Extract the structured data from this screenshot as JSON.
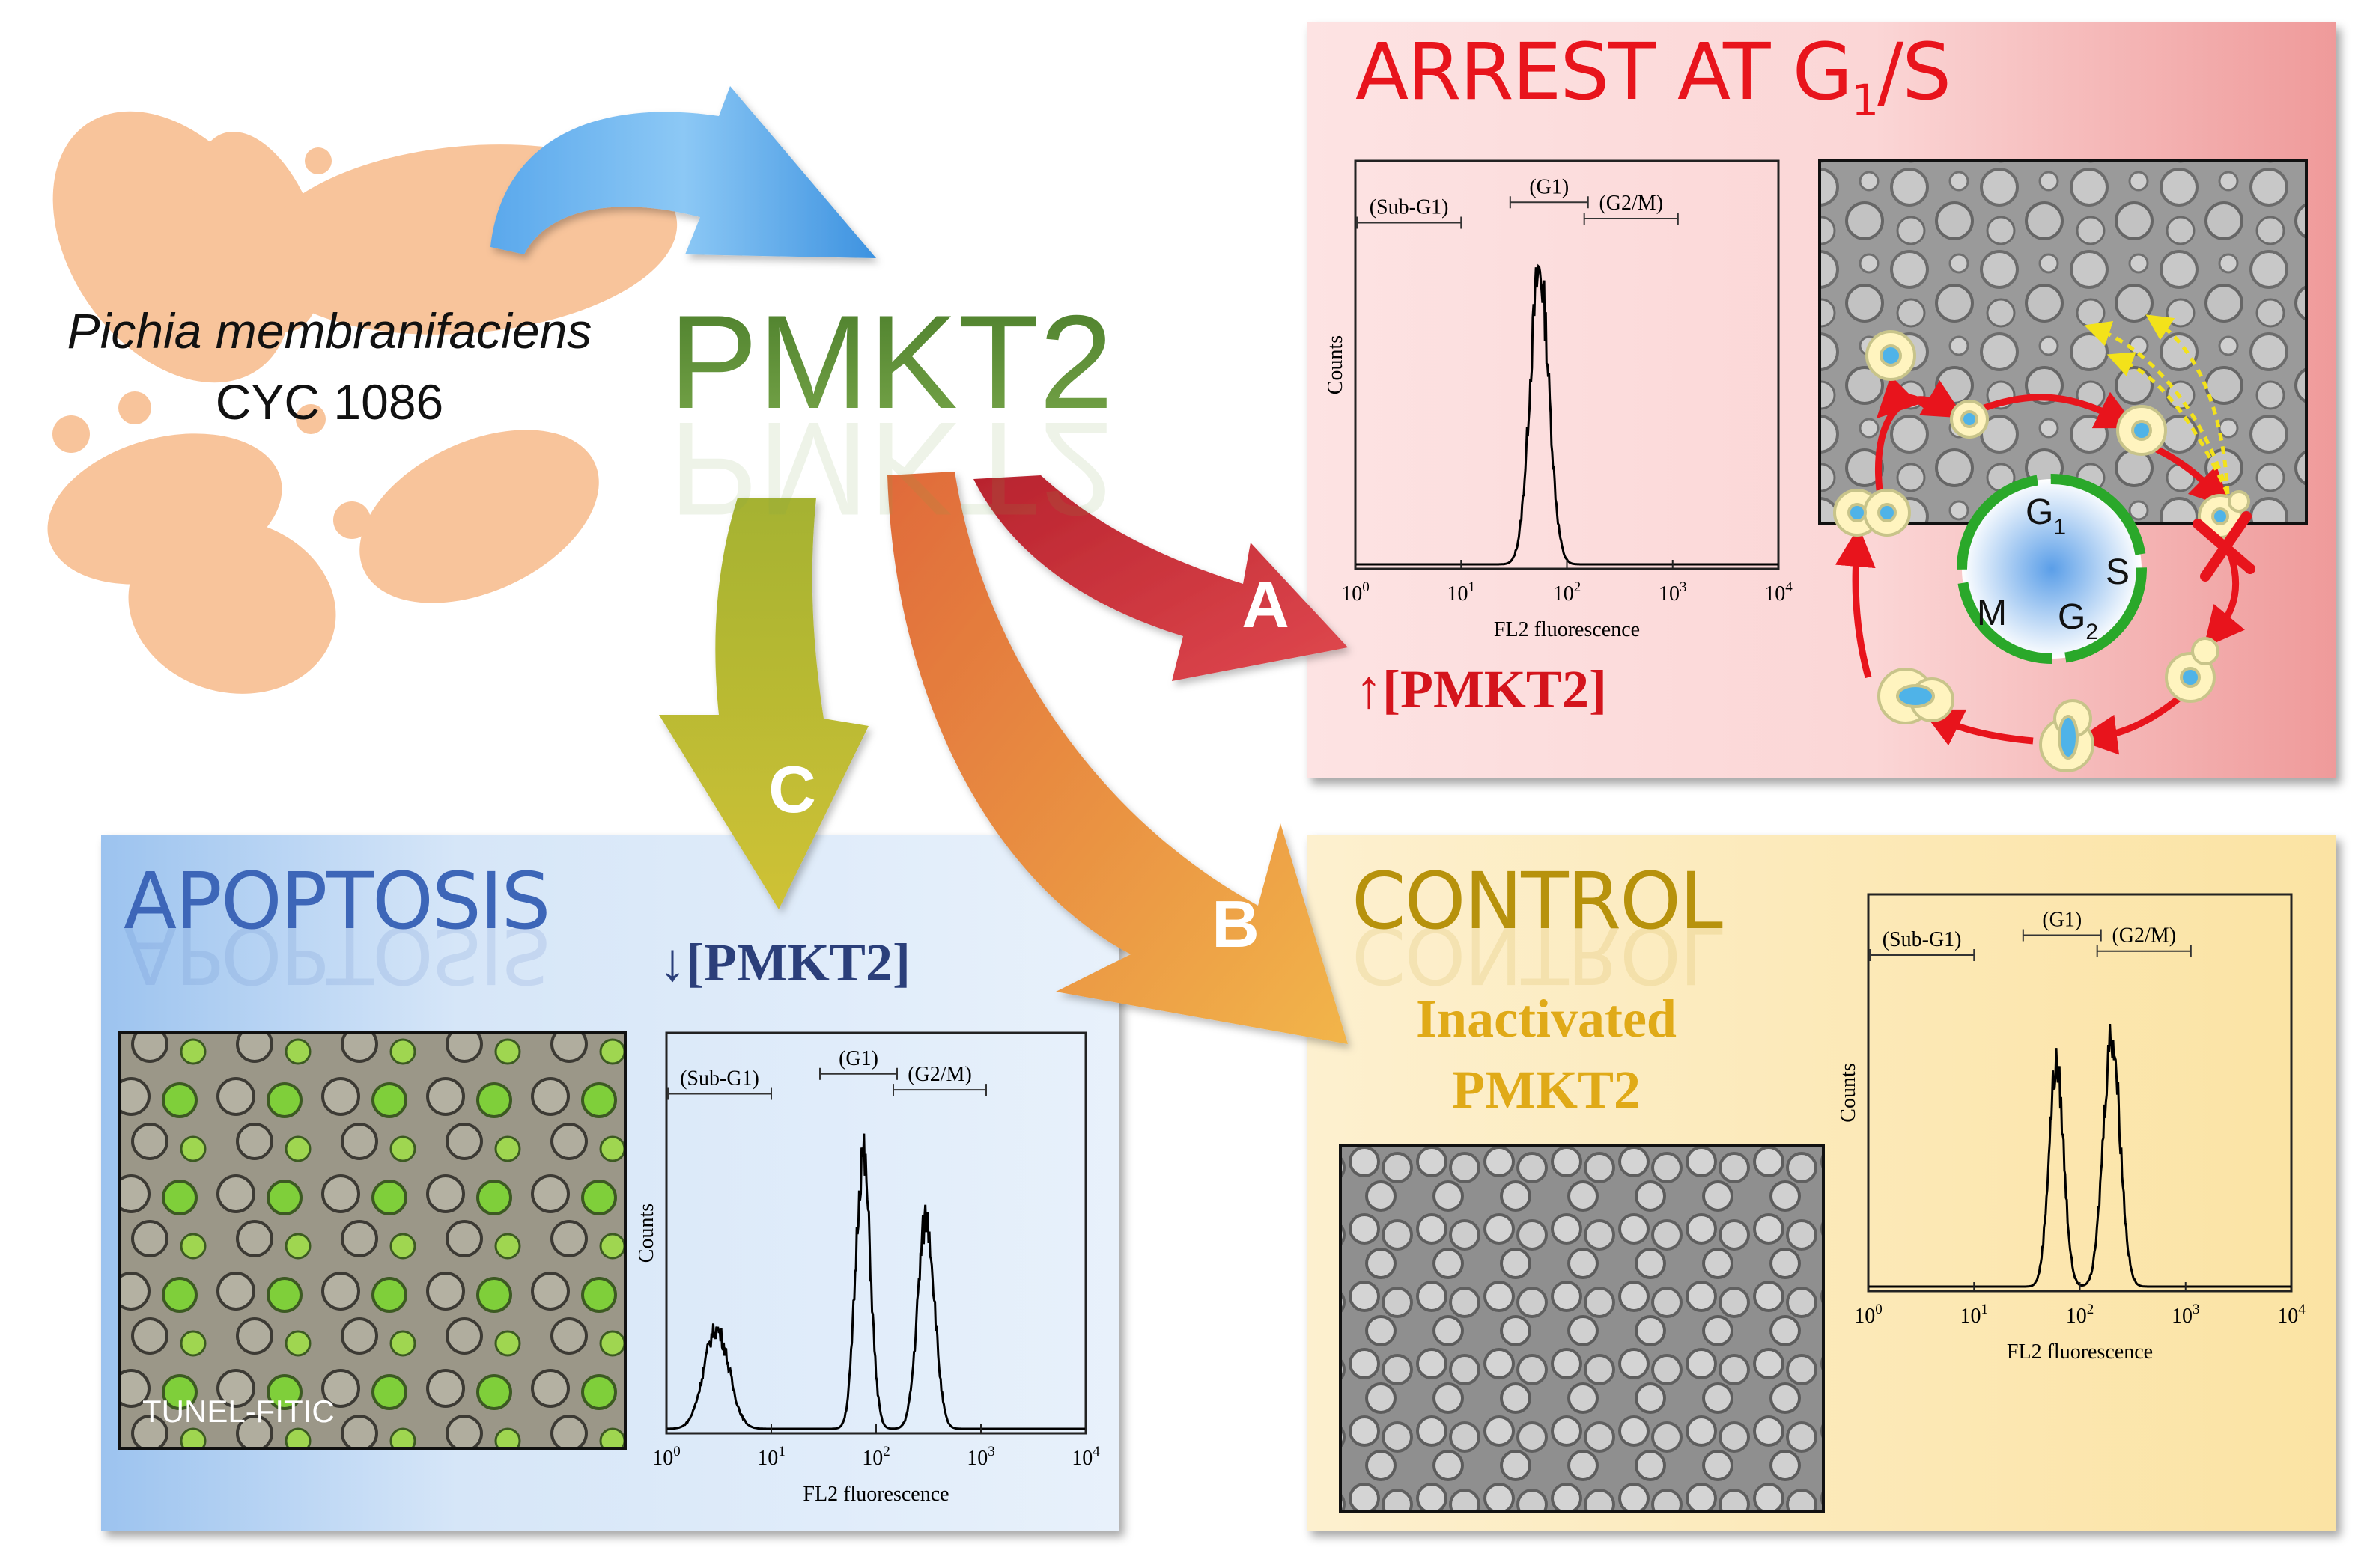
{
  "source": {
    "organism": "Pichia membranifaciens",
    "strain": "CYC 1086"
  },
  "toxin": "PMKT2",
  "arrows": [
    {
      "id": "A",
      "label": "A",
      "color": "#c8303a"
    },
    {
      "id": "B",
      "label": "B",
      "color": "#e58a3a"
    },
    {
      "id": "C",
      "label": "C",
      "color": "#b5b830"
    }
  ],
  "panels": {
    "arrest": {
      "title_main": "ARREST AT G",
      "title_sub": "1",
      "title_tail": "/S",
      "concentration": "↑[PMKT2]",
      "title_color": "#e8141c",
      "cycle": {
        "g1": "G",
        "g1_sub": "1",
        "s": "S",
        "g2": "G",
        "g2_sub": "2",
        "m": "M"
      }
    },
    "apoptosis": {
      "title": "APOPTOSIS",
      "concentration": "↓[PMKT2]",
      "image_label": "TUNEL-FITIC",
      "title_color": "#3d66b8"
    },
    "control": {
      "title": "CONTROL",
      "subtitle_line1": "Inactivated",
      "subtitle_line2": "PMKT2",
      "title_color": "#b7920c"
    }
  },
  "histogram_labels": {
    "y_axis": "Counts",
    "x_axis": "FL2 fluorescence",
    "gates": [
      "(Sub-G1)",
      "(G1)",
      "(G2/M)"
    ],
    "ticks": [
      "10",
      "10",
      "10",
      "10",
      "10"
    ],
    "tick_exps": [
      "0",
      "1",
      "2",
      "3",
      "4"
    ]
  },
  "chart_data": [
    {
      "type": "area",
      "panel": "arrest",
      "xscale": "log",
      "xlim": [
        1,
        10000
      ],
      "xlabel": "FL2 fluorescence",
      "ylabel": "Counts",
      "gates": [
        "(Sub-G1)",
        "(G1)",
        "(G2/M)"
      ],
      "peaks": [
        {
          "x": 55,
          "height": 0.92,
          "width": 0.09
        }
      ]
    },
    {
      "type": "area",
      "panel": "apoptosis",
      "xscale": "log",
      "xlim": [
        1,
        10000
      ],
      "xlabel": "FL2 fluorescence",
      "ylabel": "Counts",
      "gates": [
        "(Sub-G1)",
        "(G1)",
        "(G2/M)"
      ],
      "peaks": [
        {
          "x": 3,
          "height": 0.32,
          "width": 0.12
        },
        {
          "x": 75,
          "height": 0.88,
          "width": 0.07
        },
        {
          "x": 300,
          "height": 0.68,
          "width": 0.08
        }
      ]
    },
    {
      "type": "area",
      "panel": "control",
      "xscale": "log",
      "xlim": [
        1,
        10000
      ],
      "xlabel": "FL2 fluorescence",
      "ylabel": "Counts",
      "gates": [
        "(Sub-G1)",
        "(G1)",
        "(G2/M)"
      ],
      "peaks": [
        {
          "x": 60,
          "height": 0.72,
          "width": 0.07
        },
        {
          "x": 200,
          "height": 0.82,
          "width": 0.08
        }
      ]
    }
  ]
}
